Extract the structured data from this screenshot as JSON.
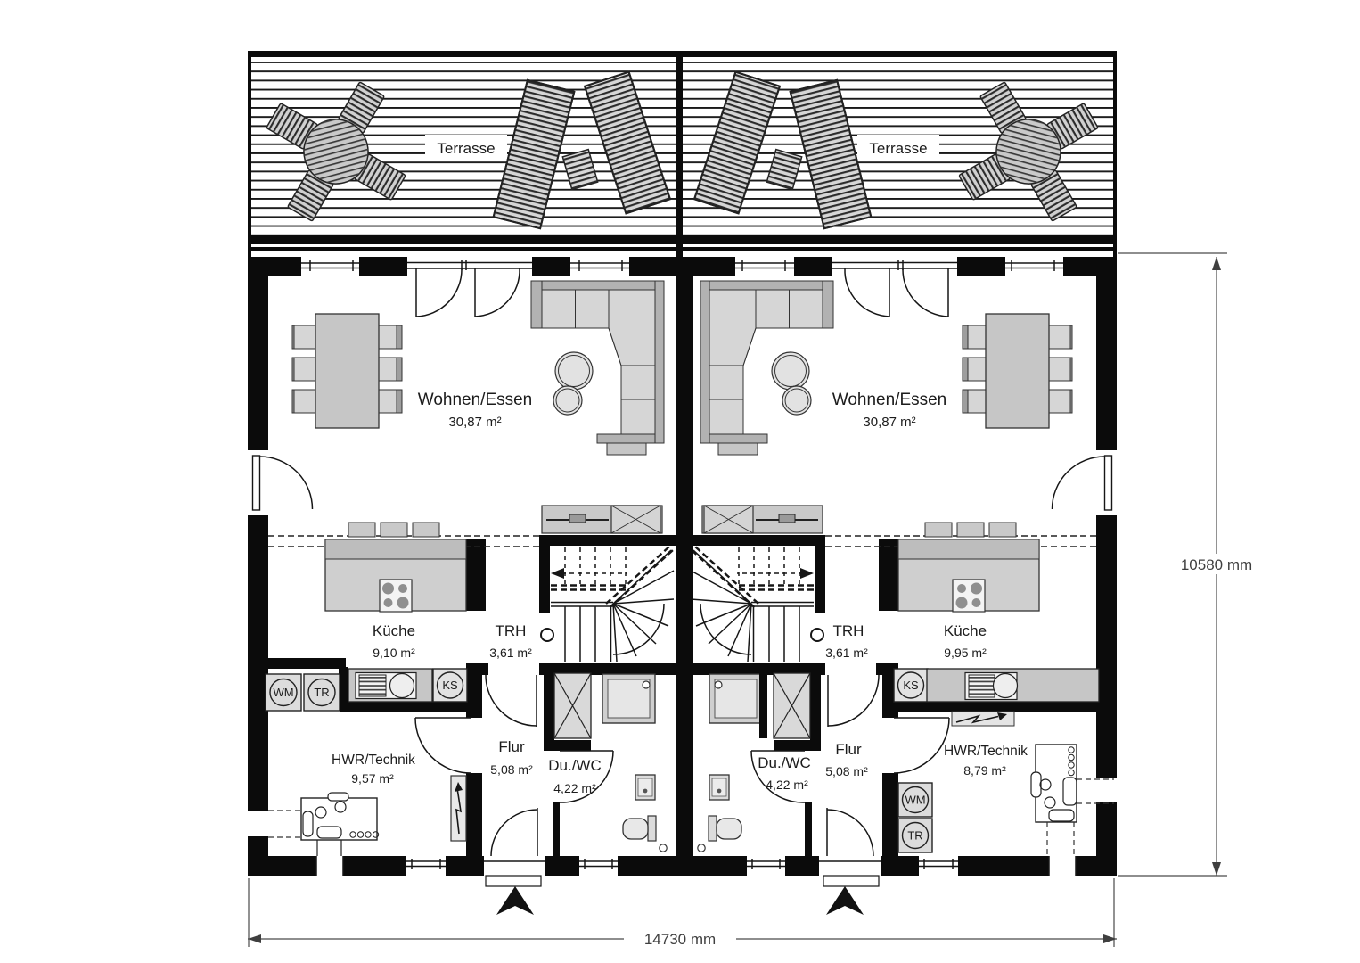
{
  "plan_title": "floor-plan-duplex-ground-floor",
  "labels": {
    "terrace_left": "Terrasse",
    "terrace_right": "Terrasse",
    "living_left_name": "Wohnen/Essen",
    "living_left_area": "30,87 m²",
    "living_right_name": "Wohnen/Essen",
    "living_right_area": "30,87 m²",
    "kitchen_left_name": "Küche",
    "kitchen_left_area": "9,10 m²",
    "kitchen_right_name": "Küche",
    "kitchen_right_area": "9,95 m²",
    "stair_left_name": "TRH",
    "stair_left_area": "3,61 m²",
    "stair_right_name": "TRH",
    "stair_right_area": "3,61 m²",
    "hall_left_name": "Flur",
    "hall_left_area": "5,08 m²",
    "hall_right_name": "Flur",
    "hall_right_area": "5,08 m²",
    "bath_left_name": "Du./WC",
    "bath_left_area": "4,22 m²",
    "bath_right_name": "Du./WC",
    "bath_right_area": "4,22 m²",
    "utility_left_name": "HWR/Technik",
    "utility_left_area": "9,57 m²",
    "utility_right_name": "HWR/Technik",
    "utility_right_area": "8,79 m²",
    "wm_left": "WM",
    "tr_left": "TR",
    "ks_left": "KS",
    "ks_right": "KS",
    "wm_right": "WM",
    "tr_right": "TR",
    "dim_width": "14730 mm",
    "dim_height": "10580 mm"
  },
  "colors": {
    "wall": "#0b0b0b",
    "furniture_light": "#d6d6d6",
    "furniture_mid": "#c6c6c6",
    "furniture_dark": "#9e9e9e",
    "line": "#161616",
    "dim_text": "#3f3f3f"
  }
}
